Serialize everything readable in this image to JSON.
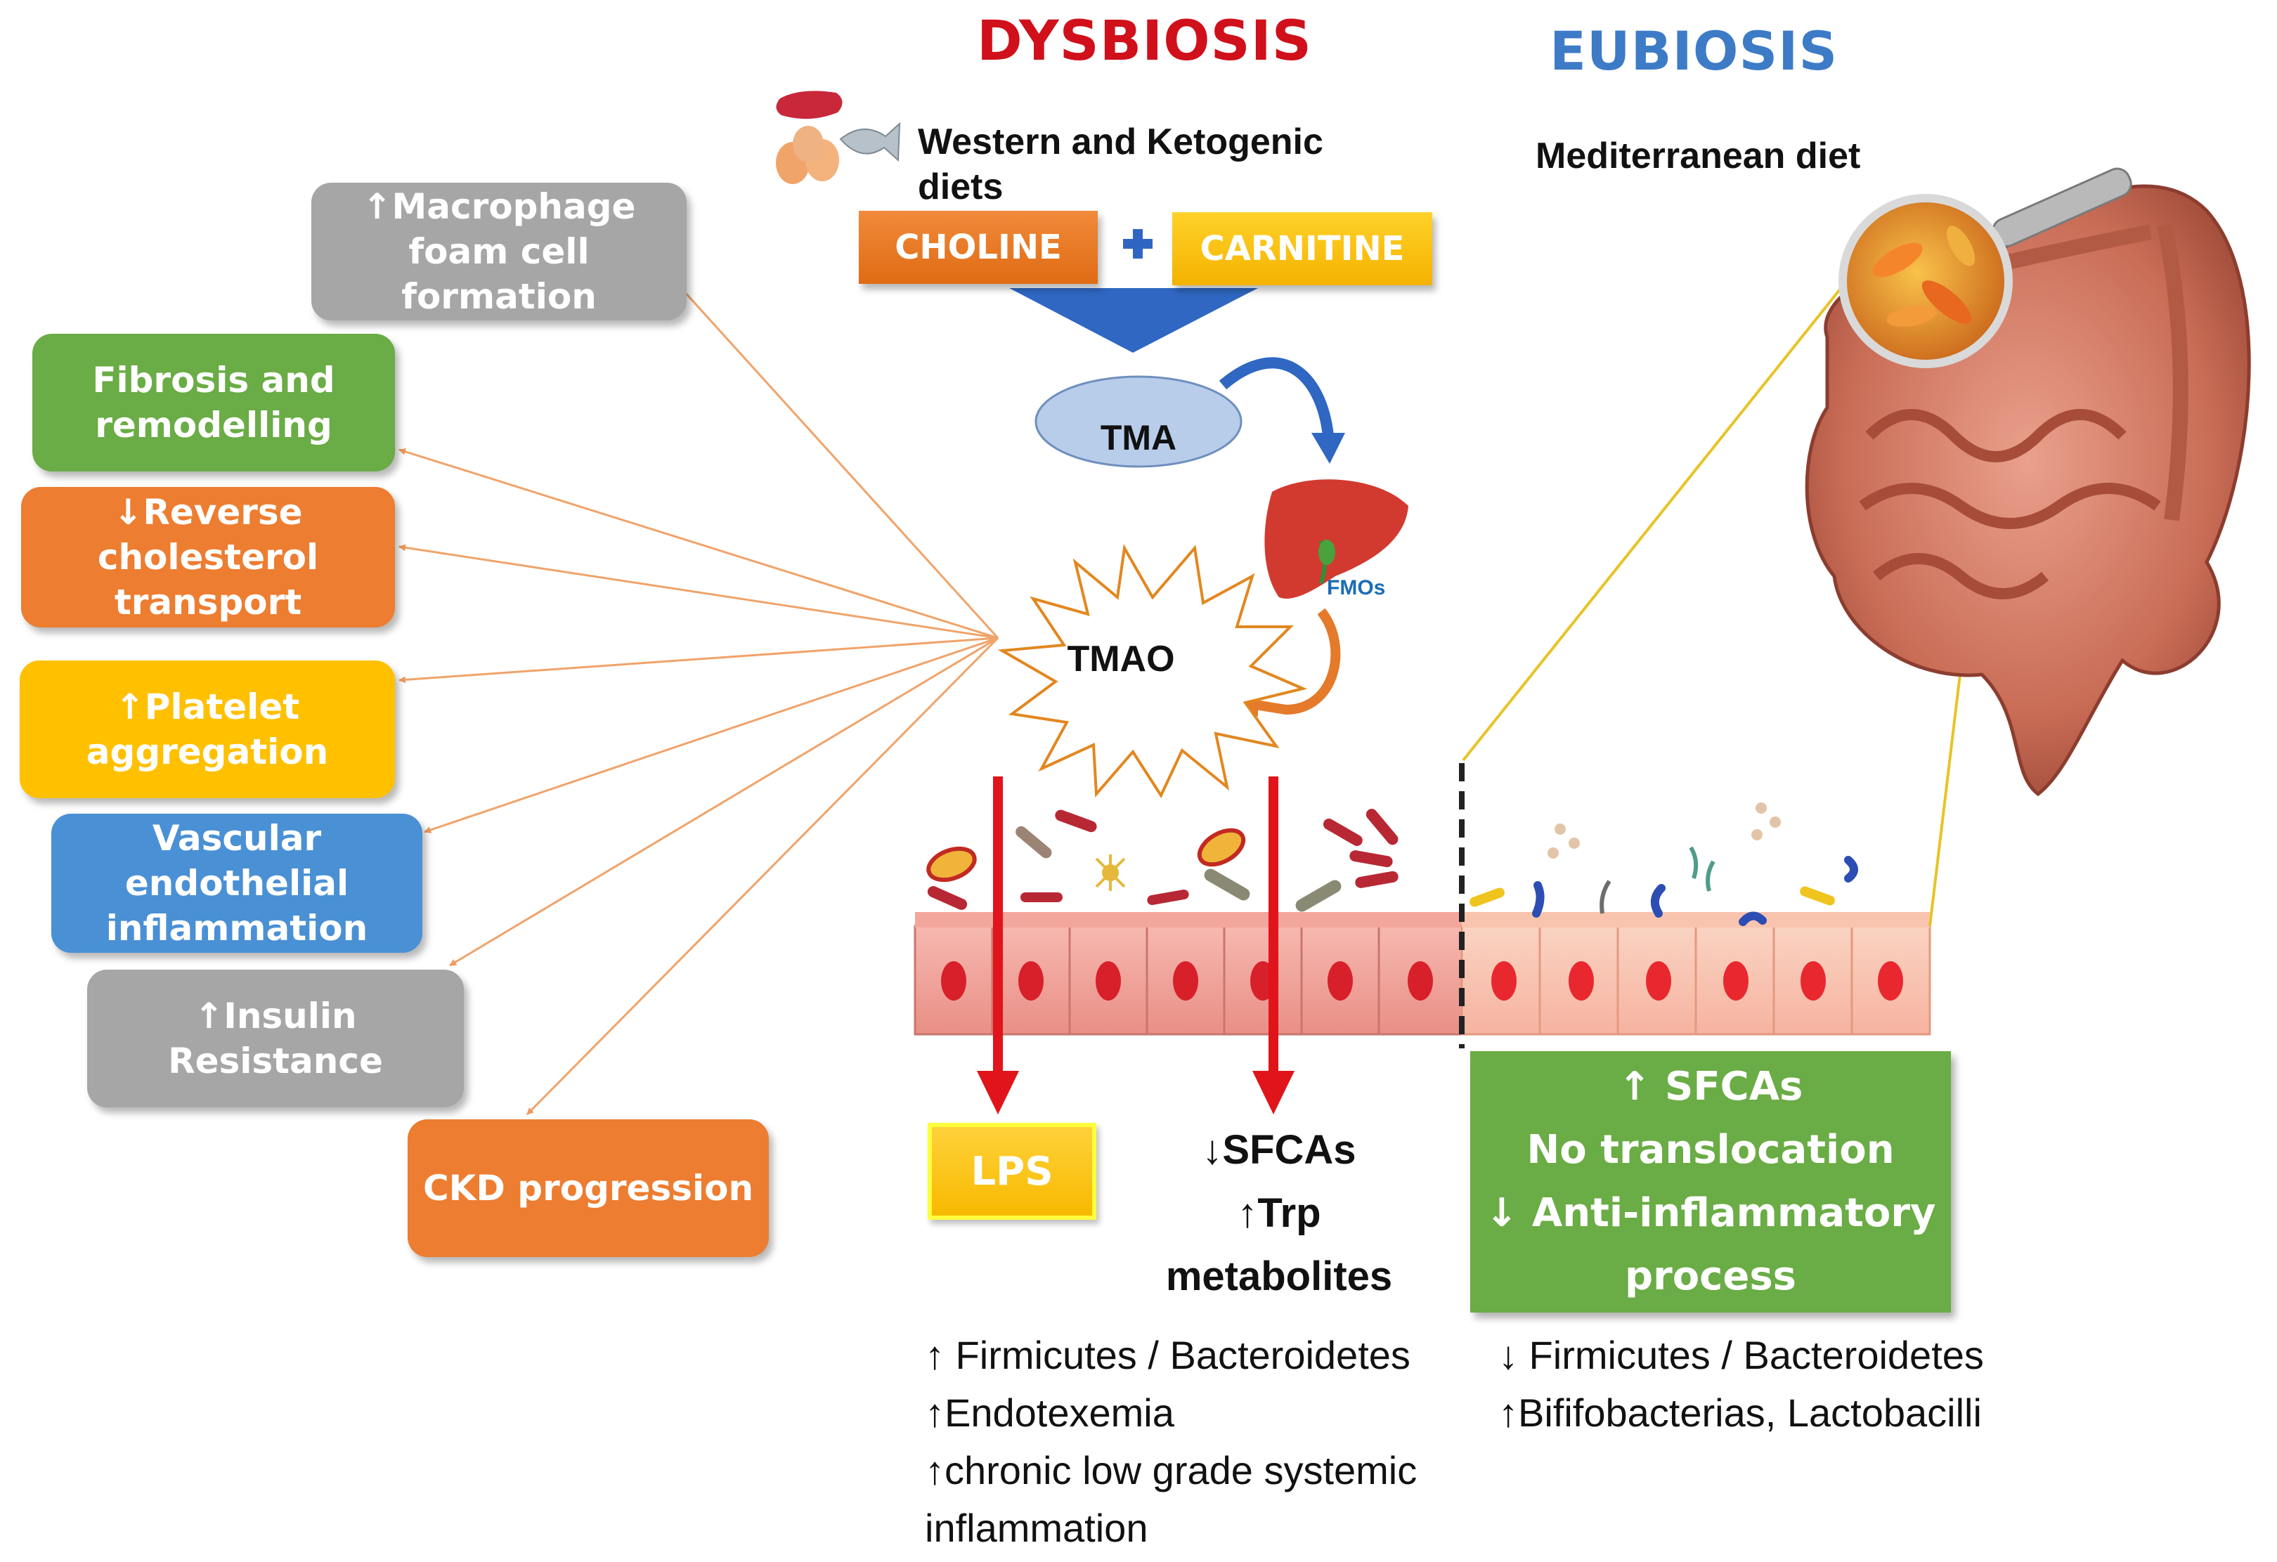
{
  "titles": {
    "dysbiosis": "DYSBIOSIS",
    "eubiosis": "EUBIOSIS"
  },
  "diets": {
    "western": "Western and Ketogenic diets",
    "mediterranean": "Mediterranean diet"
  },
  "nutrients": {
    "choline": "CHOLINE",
    "carnitine": "CARNITINE"
  },
  "metabolites": {
    "tma": "TMA",
    "tmao": "TMAO",
    "fmos": "FMOs"
  },
  "effects": [
    {
      "label": "↑Macrophage foam cell formation",
      "color": "#a6a6a6"
    },
    {
      "label": "Fibrosis and remodelling",
      "color": "#6aac45"
    },
    {
      "label": "↓Reverse cholesterol transport",
      "color": "#ed7d31"
    },
    {
      "label": "↑Platelet aggregation",
      "color": "#ffc000"
    },
    {
      "label": "Vascular endothelial inflammation",
      "color": "#4a90d5"
    },
    {
      "label": "↑Insulin Resistance",
      "color": "#a6a6a6"
    },
    {
      "label": "CKD progression",
      "color": "#ed7d31"
    }
  ],
  "dysbiosis_outcomes": {
    "lps": "LPS",
    "sfcas": "↓SFCAs",
    "trp": "↑Trp",
    "metabolites": "metabolites"
  },
  "dysbiosis_notes": [
    "↑ Firmicutes / Bacteroidetes",
    "↑Endotexemia",
    "↑chronic low grade systemic",
    "inflammation"
  ],
  "eubiosis_box": [
    "↑ SFCAs",
    "No translocation",
    "↓ Anti-inflammatory",
    "process"
  ],
  "eubiosis_notes": [
    "↓ Firmicutes / Bacteroidetes",
    "↑Bififobacterias, Lactobacilli"
  ],
  "colors": {
    "dysbiosis_red": "#d0101a",
    "eubiosis_blue": "#3d7bc7",
    "arrow_red": "#e0141a",
    "effect_arrow": "#f0a36a"
  }
}
